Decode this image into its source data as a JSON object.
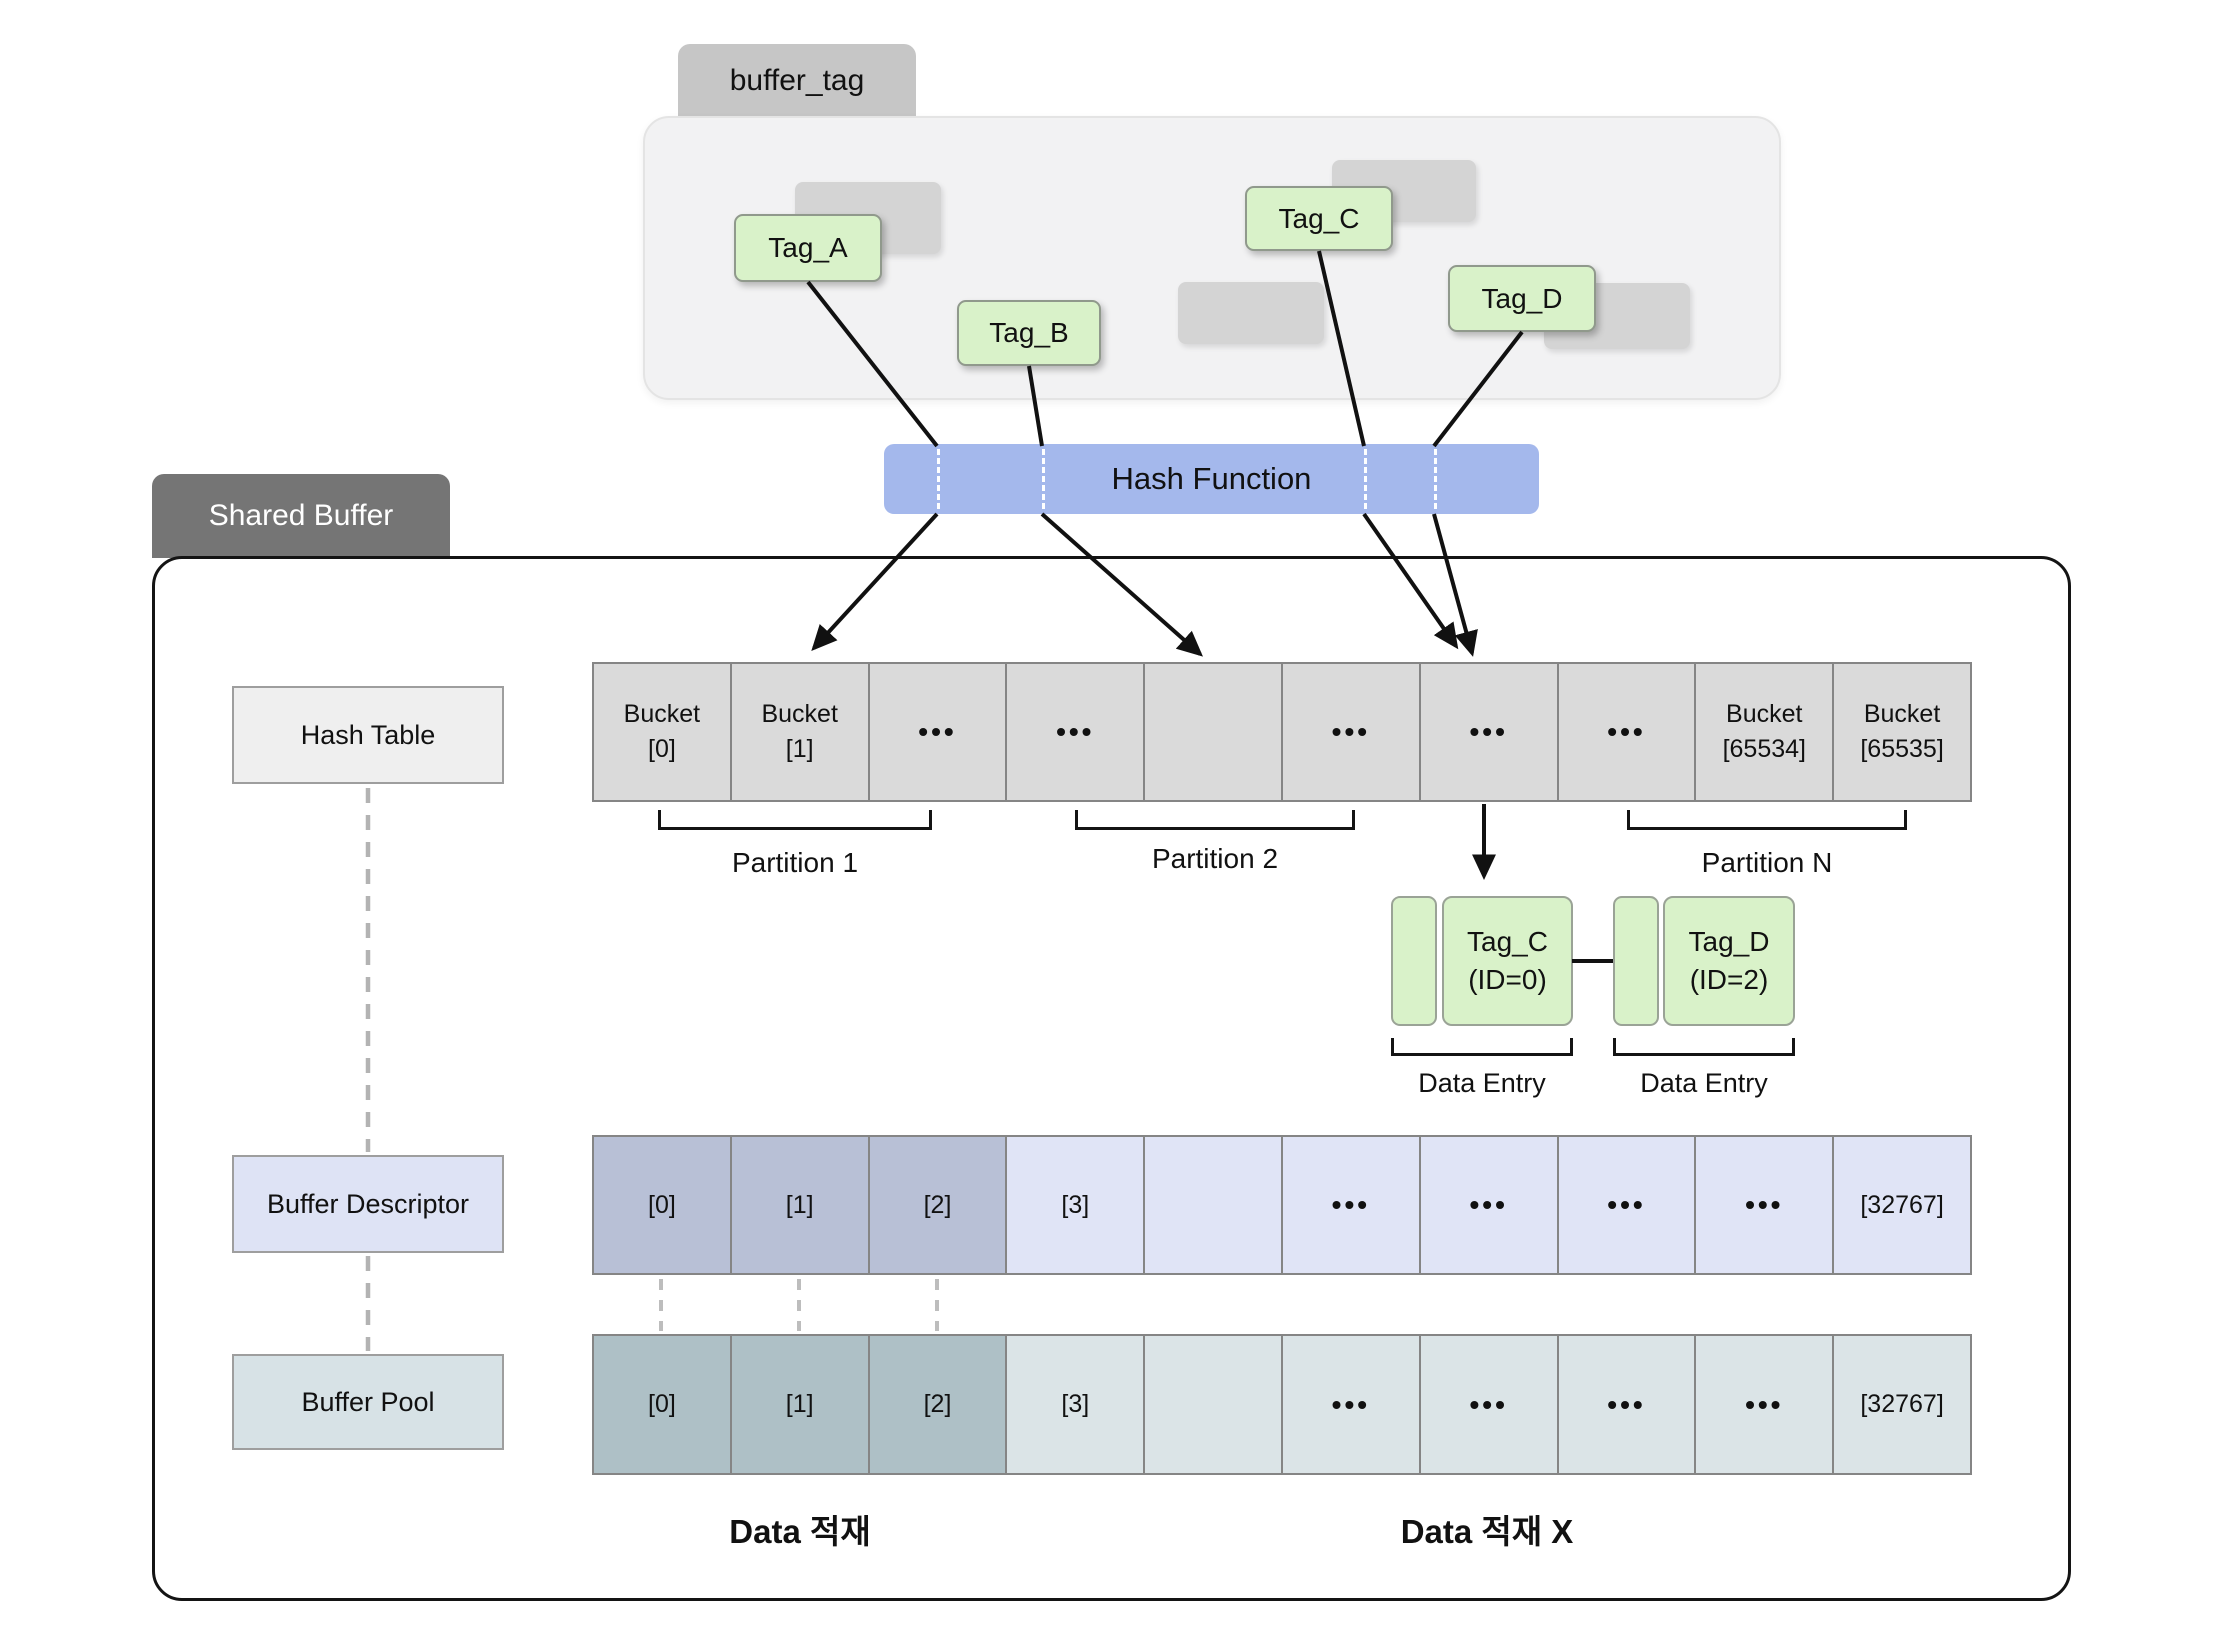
{
  "buffer_tag_panel": {
    "title": "buffer_tag",
    "tags": [
      {
        "label": "Tag_A"
      },
      {
        "label": "Tag_B"
      },
      {
        "label": "Tag_C"
      },
      {
        "label": "Tag_D"
      }
    ]
  },
  "hash_function": {
    "label": "Hash Function"
  },
  "shared_buffer": {
    "title": "Shared Buffer",
    "hash_table": {
      "label": "Hash Table",
      "cells": [
        [
          "Bucket",
          "[0]"
        ],
        [
          "Bucket",
          "[1]"
        ],
        [
          "•••"
        ],
        [
          "•••"
        ],
        [
          ""
        ],
        [
          "•••"
        ],
        [
          "•••"
        ],
        [
          "•••"
        ],
        [
          "Bucket",
          "[65534]"
        ],
        [
          "Bucket",
          "[65535]"
        ]
      ],
      "partitions": [
        {
          "label": "Partition 1"
        },
        {
          "label": "Partition 2"
        },
        {
          "label": "Partition N"
        }
      ]
    },
    "data_entries": [
      {
        "tag": "Tag_C",
        "id": "(ID=0)",
        "caption": "Data Entry"
      },
      {
        "tag": "Tag_D",
        "id": "(ID=2)",
        "caption": "Data Entry"
      }
    ],
    "buffer_descriptor": {
      "label": "Buffer Descriptor",
      "loaded_cells": 3,
      "cells": [
        "[0]",
        "[1]",
        "[2]",
        "[3]",
        "",
        "•••",
        "•••",
        "•••",
        "•••",
        "[32767]"
      ]
    },
    "buffer_pool": {
      "label": "Buffer Pool",
      "loaded_cells": 3,
      "cells": [
        "[0]",
        "[1]",
        "[2]",
        "[3]",
        "",
        "•••",
        "•••",
        "•••",
        "•••",
        "[32767]"
      ]
    },
    "captions": {
      "loaded": "Data 적재",
      "not_loaded": "Data 적재 X"
    }
  },
  "colors": {
    "tag_green": "#d9f2c9",
    "hash_blue": "#a4b8ec",
    "tab_gray": "#c6c6c6",
    "panel_gray": "#f2f2f3",
    "shared_tab_gray": "#757575",
    "bucket_gray": "#dadada",
    "descriptor_light": "#e0e4f6",
    "descriptor_loaded": "#b8c0d6",
    "pool_light": "#dbe4e7",
    "pool_loaded": "#aec0c6"
  }
}
